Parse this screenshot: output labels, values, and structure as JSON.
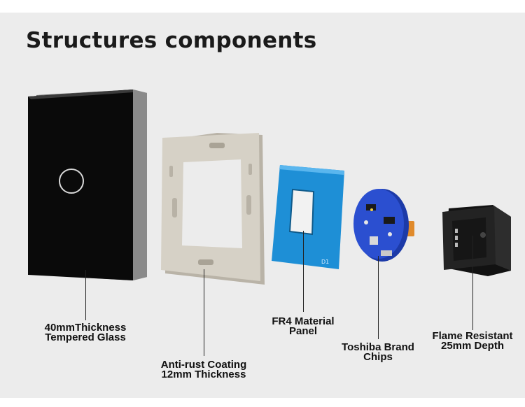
{
  "title": "Structures components",
  "components": [
    {
      "id": "glass-panel",
      "icon": "tempered-glass-panel-icon",
      "line1": "40mmThickness",
      "line2": "Tempered Glass"
    },
    {
      "id": "metal-frame",
      "icon": "mounting-frame-icon",
      "line1": "Anti-rust Coating",
      "line2": "12mm Thickness"
    },
    {
      "id": "fr4-panel",
      "icon": "fr4-circuit-panel-icon",
      "line1": "FR4 Material",
      "line2": "Panel"
    },
    {
      "id": "chip-board",
      "icon": "chip-board-icon",
      "line1": "Toshiba Brand",
      "line2": "Chips"
    },
    {
      "id": "socket-base",
      "icon": "socket-base-icon",
      "line1": "Flame Resistant",
      "line2": "25mm Depth"
    }
  ],
  "fr4_board_marking": "D1",
  "colors": {
    "background": "#ececec",
    "glass": "#0a0a0a",
    "frame": "#d6d1c6",
    "pcb": "#1e8fd6",
    "chip_board": "#2b4fd0",
    "base": "#232323"
  }
}
